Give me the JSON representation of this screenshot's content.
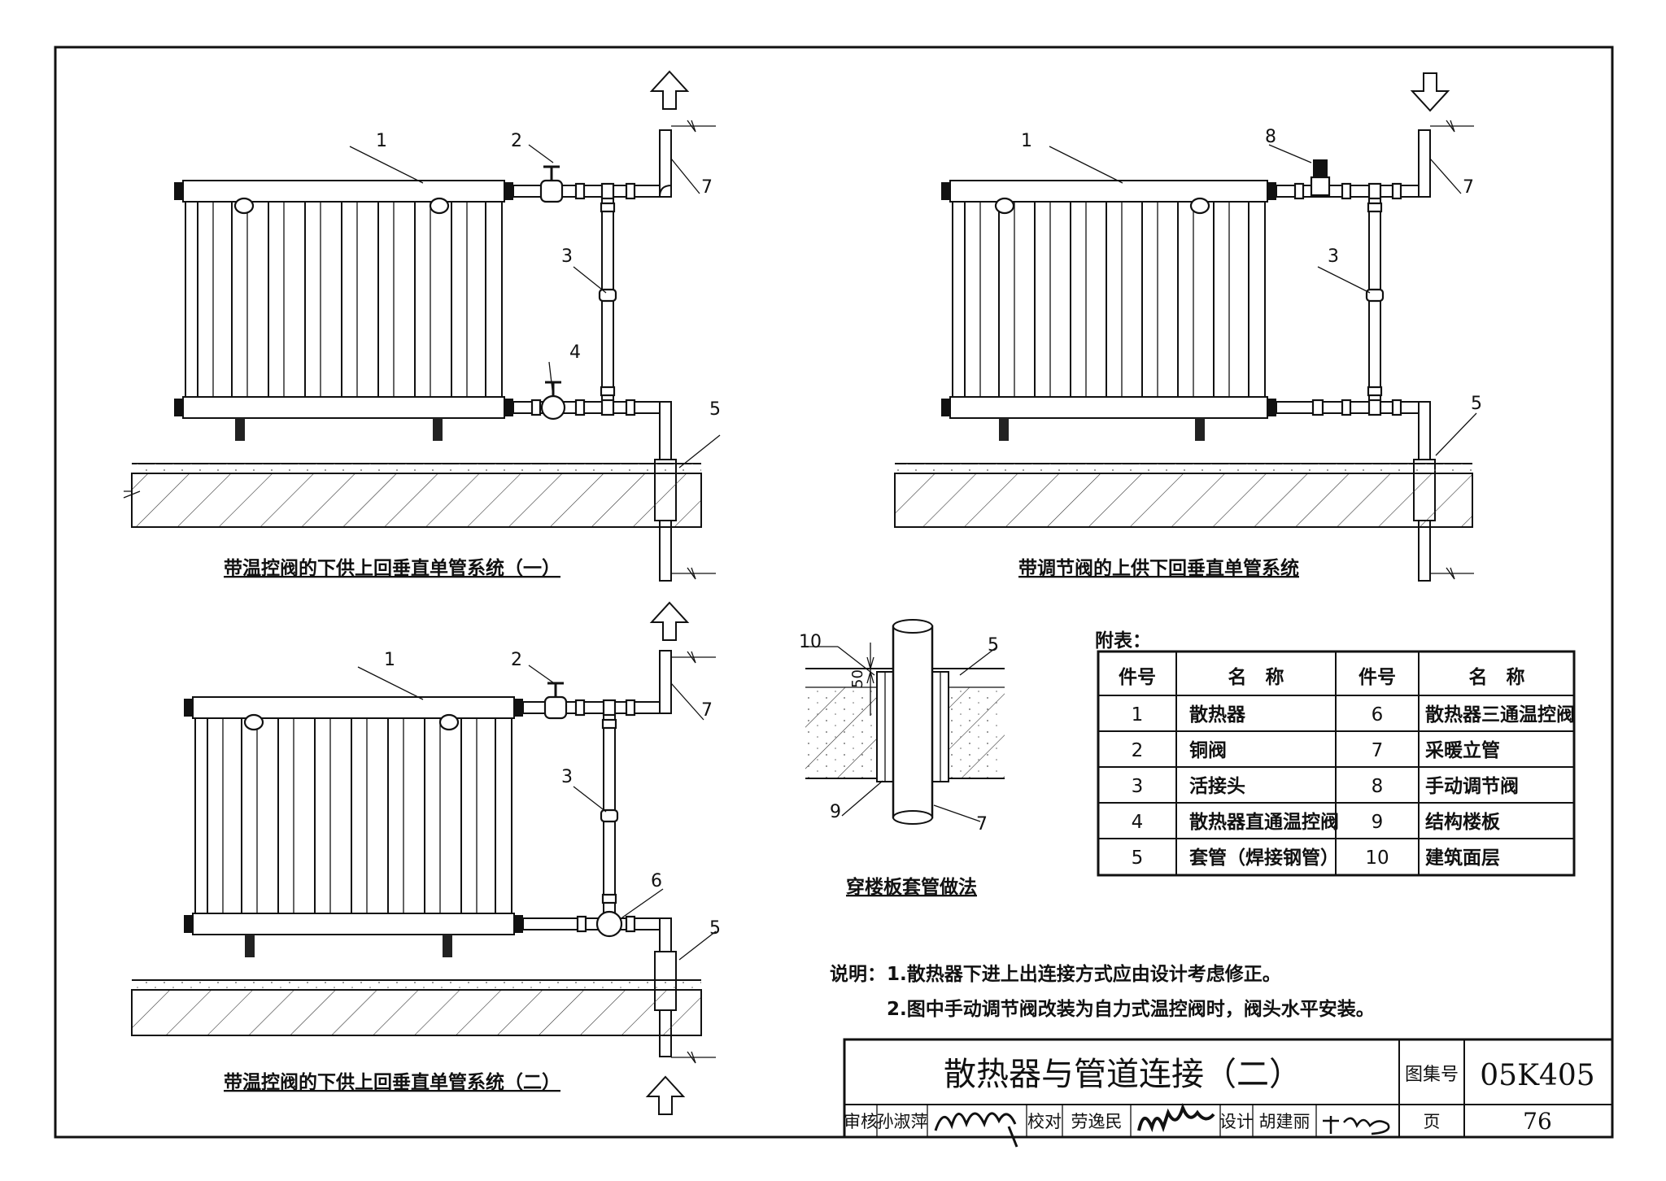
{
  "figures": {
    "fig1_title": "带温控阀的下供上回垂直单管系统（一）",
    "fig2_title": "带调节阀的上供下回垂直单管系统",
    "fig3_title": "带温控阀的下供上回垂直单管系统（二）",
    "fig4_title": "穿楼板套管做法"
  },
  "callouts": {
    "fig1": [
      "1",
      "2",
      "3",
      "4",
      "5",
      "7"
    ],
    "fig2": [
      "1",
      "8",
      "3",
      "5",
      "7"
    ],
    "fig3": [
      "1",
      "2",
      "3",
      "6",
      "5",
      "7"
    ],
    "fig4": [
      "10",
      "5",
      "9",
      "7"
    ],
    "dim_50": "50"
  },
  "flow_arrows": {
    "fig1": "up",
    "fig2": "down",
    "fig3_top": "up",
    "fig3_bottom": "up"
  },
  "parts_table": {
    "title": "附表：",
    "headers": [
      "件号",
      "名　称",
      "件号",
      "名　称"
    ],
    "rows": [
      [
        "1",
        "散热器",
        "6",
        "散热器三通温控阀"
      ],
      [
        "2",
        "铜阀",
        "7",
        "采暖立管"
      ],
      [
        "3",
        "活接头",
        "8",
        "手动调节阀"
      ],
      [
        "4",
        "散热器直通温控阀",
        "9",
        "结构楼板"
      ],
      [
        "5",
        "套管（焊接钢管）",
        "10",
        "建筑面层"
      ]
    ]
  },
  "notes": {
    "label": "说明：",
    "items": [
      "1.散热器下进上出连接方式应由设计考虑修正。",
      "2.图中手动调节阀改装为自力式温控阀时，阀头水平安装。"
    ]
  },
  "title_block": {
    "drawing_title": "散热器与管道连接（二）",
    "atlas_label": "图集号",
    "atlas_no": "05K405",
    "review_label": "审核",
    "reviewer": "孙淑萍",
    "check_label": "校对",
    "checker": "劳逸民",
    "design_label": "设计",
    "designer": "胡建丽",
    "page_label": "页",
    "page_no": "76"
  }
}
